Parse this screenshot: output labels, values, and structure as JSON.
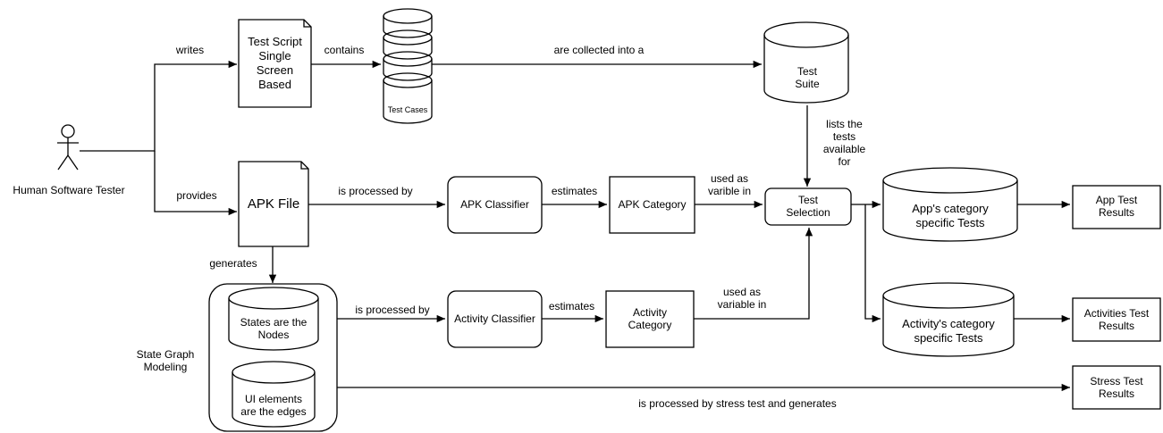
{
  "nodes": {
    "human_tester": "Human Software Tester",
    "test_script": "Test Script\nSingle\nScreen\nBased",
    "test_cases": "Test Cases",
    "test_suite": "Test\nSuite",
    "apk_file": "APK File",
    "apk_classifier": "APK Classifier",
    "apk_category": "APK Category",
    "test_selection": "Test\nSelection",
    "app_category_tests": "App's category\nspecific Tests",
    "app_test_results": "App Test\nResults",
    "state_graph_modeling": "State Graph\nModeling",
    "states_nodes": "States are the\nNodes",
    "ui_edges": "UI elements\nare the edges",
    "activity_classifier": "Activity Classifier",
    "activity_category": "Activity\nCategory",
    "activity_category_tests": "Activity's category\nspecific Tests",
    "activities_test_results": "Activities Test\nResults",
    "stress_test_results": "Stress Test\nResults"
  },
  "edges": {
    "writes": "writes",
    "provides": "provides",
    "contains": "contains",
    "collected": "are collected into a",
    "lists": "lists the\ntests\navailable\nfor",
    "processed_apk": "is processed by",
    "estimates_apk": "estimates",
    "used_apk": "used as\nvarible in",
    "generates": "generates",
    "processed_activity": "is processed by",
    "estimates_activity": "estimates",
    "used_activity": "used as\nvariable in",
    "stress": "is processed by stress test and generates"
  }
}
